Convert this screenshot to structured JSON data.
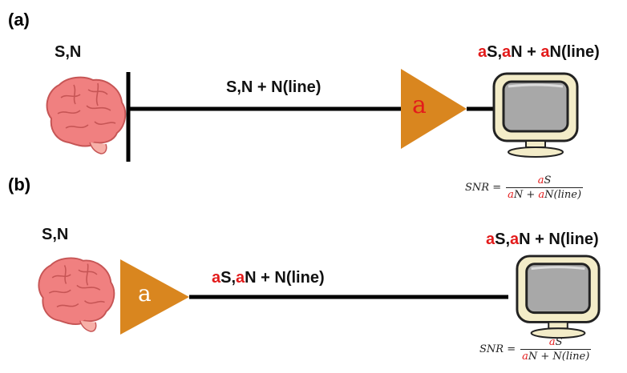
{
  "panel_a": {
    "label": "(a)",
    "source_label": "S,N",
    "line_label": "S,N + N(line)",
    "amp_letter": "a",
    "output_label": [
      {
        "t": "a",
        "red": true
      },
      {
        "t": "S,",
        "red": false
      },
      {
        "t": "a",
        "red": true
      },
      {
        "t": "N + ",
        "red": false
      },
      {
        "t": "a",
        "red": true
      },
      {
        "t": "N(line)",
        "red": false
      }
    ],
    "snr": {
      "lhs": "SNR =",
      "num": [
        {
          "t": "a",
          "red": true
        },
        {
          "t": "S",
          "red": false
        }
      ],
      "den": [
        {
          "t": "a",
          "red": true
        },
        {
          "t": "N + ",
          "red": false
        },
        {
          "t": "a",
          "red": true
        },
        {
          "t": "N(line)",
          "red": false
        }
      ]
    }
  },
  "panel_b": {
    "label": "(b)",
    "source_label": "S,N",
    "amp_letter": "a",
    "line_label": [
      {
        "t": "a",
        "red": true
      },
      {
        "t": "S,",
        "red": false
      },
      {
        "t": "a",
        "red": true
      },
      {
        "t": "N + N(line)",
        "red": false
      }
    ],
    "output_label": [
      {
        "t": "a",
        "red": true
      },
      {
        "t": "S,",
        "red": false
      },
      {
        "t": "a",
        "red": true
      },
      {
        "t": "N + N(line)",
        "red": false
      }
    ],
    "snr": {
      "lhs": "SNR =",
      "num": [
        {
          "t": "a",
          "red": true
        },
        {
          "t": "S",
          "red": false
        }
      ],
      "den": [
        {
          "t": "a",
          "red": true
        },
        {
          "t": "N + N(line)",
          "red": false
        }
      ]
    }
  },
  "colors": {
    "amplifier": "#d9861f",
    "amp_letter_a": "#e31b1b",
    "amp_letter_b": "#ffffff",
    "brain": "#f08080",
    "brain_outline": "#c65555",
    "highlight": "#e31b1b",
    "monitor_body": "#f3ecc8",
    "monitor_screen": "#a8a8a8"
  },
  "icons": [
    "brain-icon",
    "amplifier-icon",
    "monitor-icon"
  ]
}
